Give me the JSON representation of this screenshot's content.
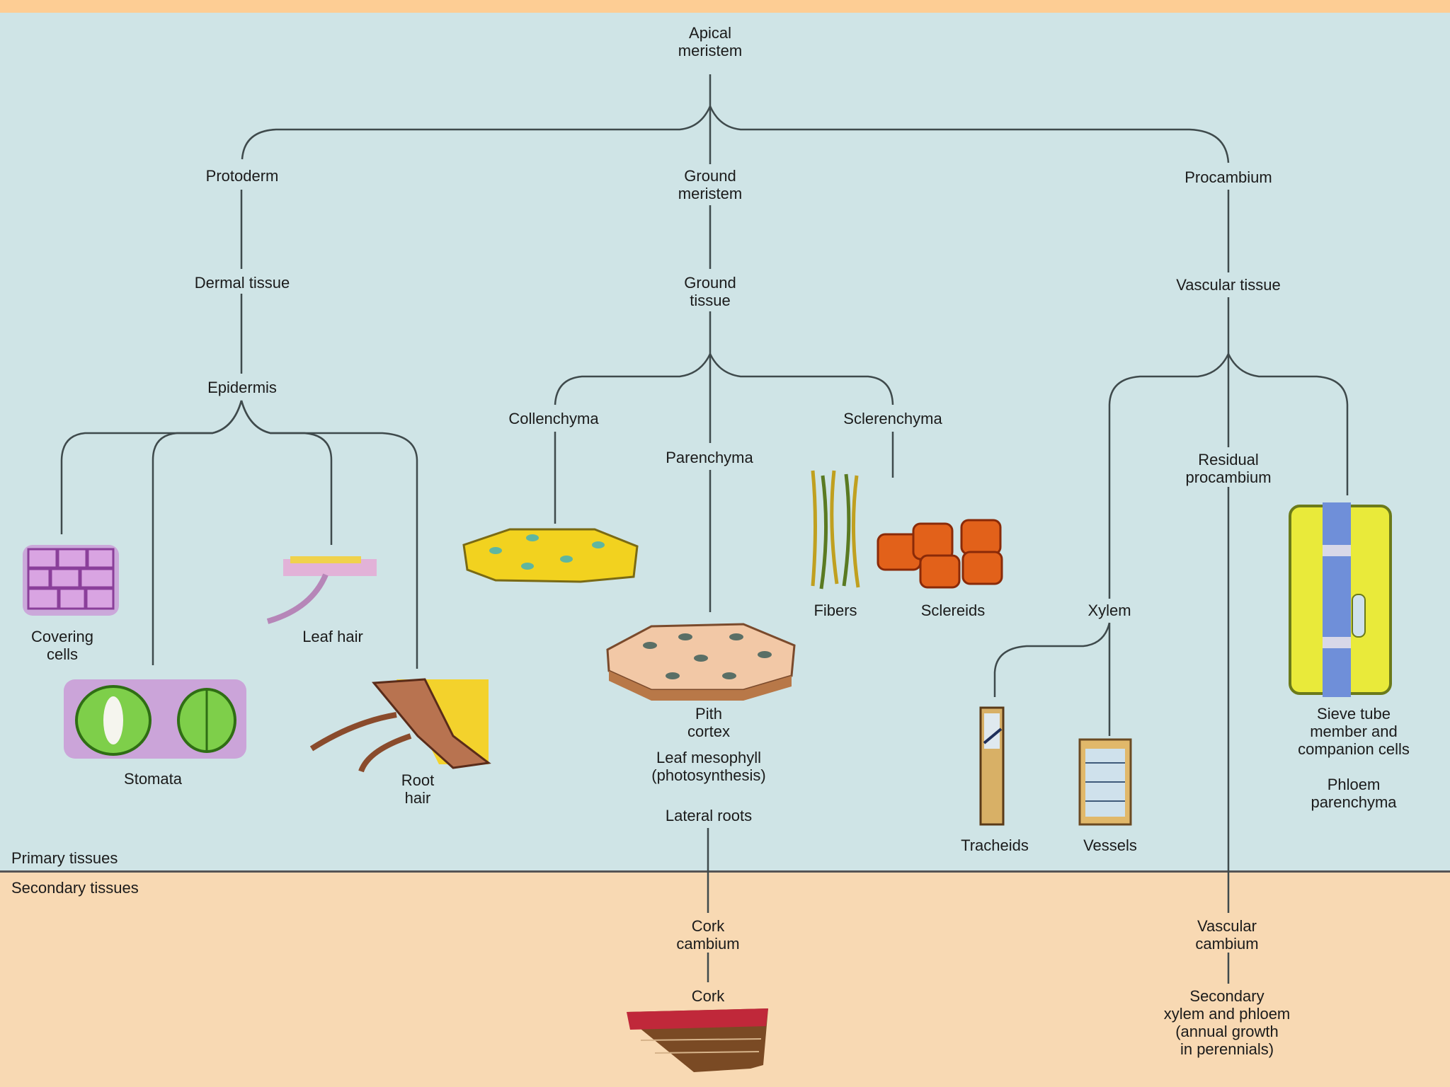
{
  "colors": {
    "primary_bg": "#cfe4e6",
    "secondary_bg": "#f8d9b3",
    "top_band": "#fdcd94",
    "line": "#3f4a4c"
  },
  "regions": {
    "primary": "Primary tissues",
    "secondary": "Secondary tissues"
  },
  "nodes": {
    "apical_meristem": "Apical\nmeristem",
    "protoderm": "Protoderm",
    "ground_meristem": "Ground\nmeristem",
    "procambium": "Procambium",
    "dermal_tissue": "Dermal tissue",
    "ground_tissue": "Ground\ntissue",
    "vascular_tissue": "Vascular tissue",
    "epidermis": "Epidermis",
    "covering_cells": "Covering\ncells",
    "stomata": "Stomata",
    "leaf_hair": "Leaf hair",
    "root_hair": "Root\nhair",
    "collenchyma": "Collenchyma",
    "parenchyma": "Parenchyma",
    "sclerenchyma": "Sclerenchyma",
    "fibers": "Fibers",
    "sclereids": "Sclereids",
    "parenchyma_uses": "Pith\ncortex",
    "leaf_mesophyll": "Leaf mesophyll\n(photosynthesis)",
    "lateral_roots": "Lateral roots",
    "residual_procambium": "Residual\nprocambium",
    "xylem": "Xylem",
    "tracheids": "Tracheids",
    "vessels": "Vessels",
    "sieve_tube": "Sieve tube\nmember and\ncompanion cells",
    "phloem_parenchyma": "Phloem\nparenchyma",
    "cork_cambium": "Cork\ncambium",
    "cork": "Cork",
    "vascular_cambium": "Vascular\ncambium",
    "secondary_growth": "Secondary\nxylem and phloem\n(annual growth\nin perennials)"
  }
}
